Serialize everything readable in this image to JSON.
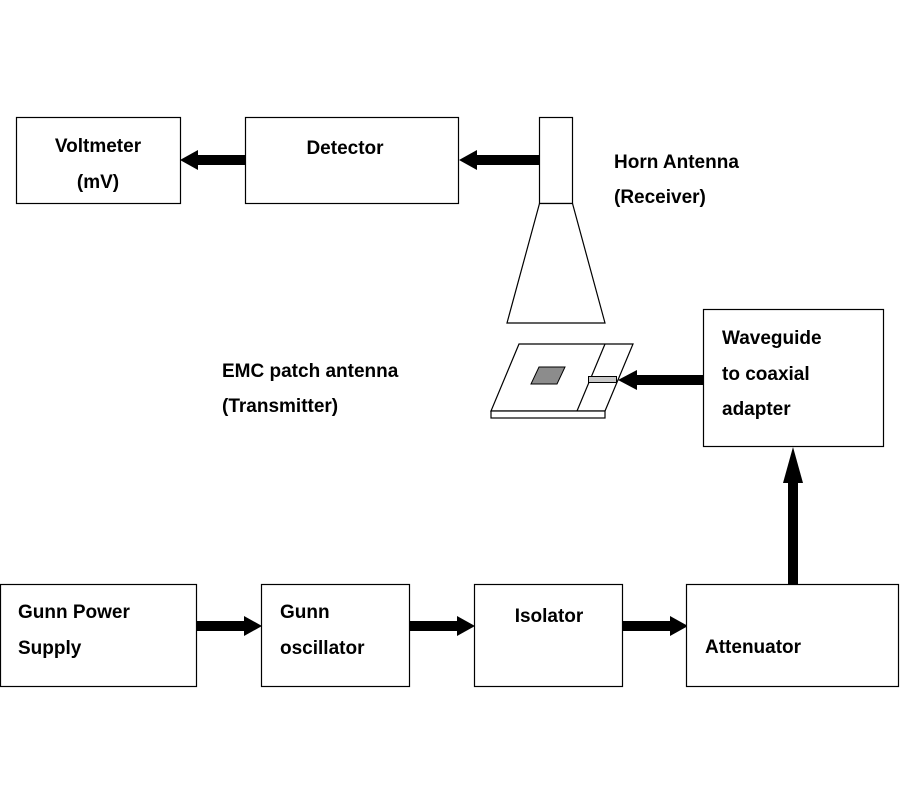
{
  "diagram": {
    "title": "Microwave antenna measurement setup",
    "colors": {
      "stroke": "#000000",
      "background": "#ffffff",
      "patch_fill": "#8c8c8c",
      "feedline_fill": "#c8c8c8"
    },
    "blocks": {
      "voltmeter": {
        "lines": [
          "Voltmeter",
          "(mV)"
        ]
      },
      "detector": {
        "lines": [
          "Detector"
        ]
      },
      "waveguide_adapter": {
        "lines": [
          "Waveguide",
          "to coaxial",
          "adapter"
        ]
      },
      "gunn_power_supply": {
        "lines": [
          "Gunn Power",
          "Supply"
        ]
      },
      "gunn_oscillator": {
        "lines": [
          "Gunn",
          "oscillator"
        ]
      },
      "isolator": {
        "lines": [
          "Isolator"
        ]
      },
      "attenuator": {
        "lines": [
          "Attenuator"
        ]
      }
    },
    "components": {
      "horn_antenna": {
        "lines": [
          "Horn Antenna",
          "(Receiver)"
        ]
      },
      "patch_antenna": {
        "lines": [
          "EMC patch antenna",
          "(Transmitter)"
        ]
      }
    },
    "connections": [
      {
        "from": "gunn_power_supply",
        "to": "gunn_oscillator"
      },
      {
        "from": "gunn_oscillator",
        "to": "isolator"
      },
      {
        "from": "isolator",
        "to": "attenuator"
      },
      {
        "from": "attenuator",
        "to": "waveguide_adapter"
      },
      {
        "from": "waveguide_adapter",
        "to": "patch_antenna"
      },
      {
        "from": "horn_antenna",
        "to": "detector"
      },
      {
        "from": "detector",
        "to": "voltmeter"
      }
    ]
  }
}
